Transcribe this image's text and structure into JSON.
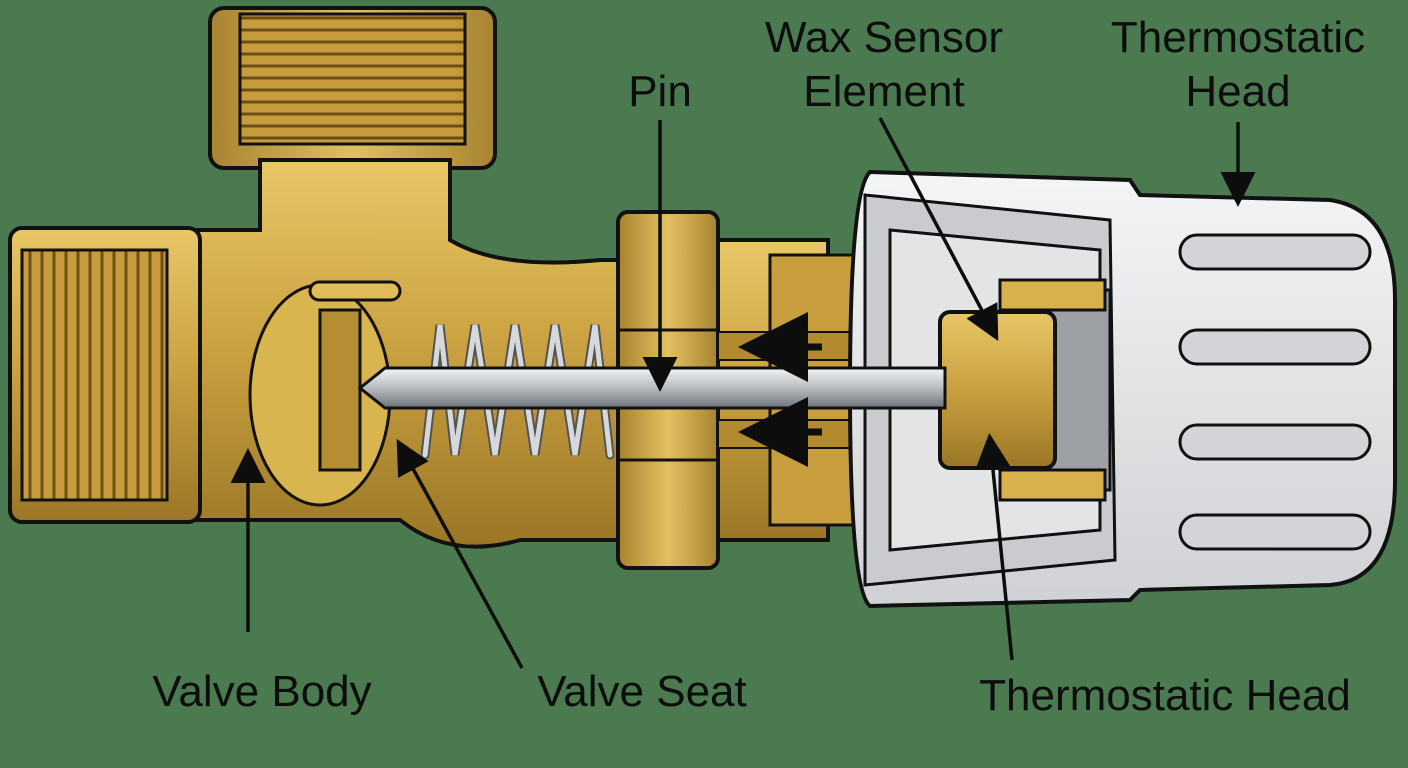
{
  "title": "Thermostatic radiator valve cross-section",
  "labels": {
    "pin": "Pin",
    "wax_sensor_line1": "Wax Sensor",
    "wax_sensor_line2": "Element",
    "thermo_head_top_line1": "Thermostatic",
    "thermo_head_top_line2": "Head",
    "valve_body": "Valve Body",
    "valve_seat": "Valve Seat",
    "thermo_head_bottom": "Thermostatic Head"
  },
  "colors": {
    "background": "#4b7a51",
    "brass": "#c9a040",
    "brass_dark": "#8a6a1e",
    "head_white": "#e6e7e8",
    "pin_grey": "#b8bcc0"
  }
}
